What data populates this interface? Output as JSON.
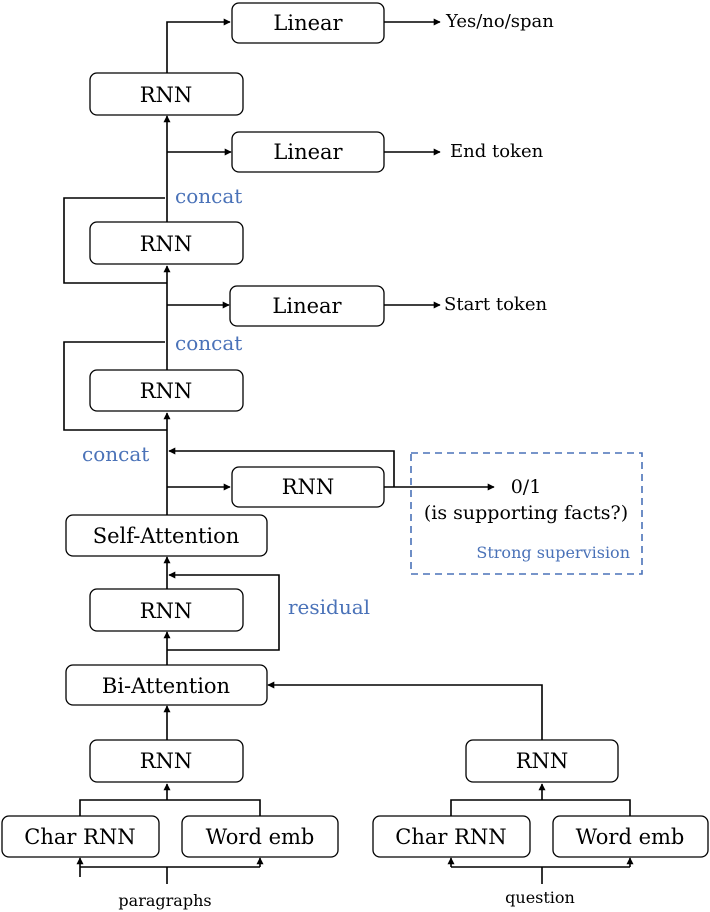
{
  "nodes": {
    "linear_top": "Linear",
    "rnn_top": "RNN",
    "linear_mid": "Linear",
    "rnn_3": "RNN",
    "linear_start": "Linear",
    "rnn_2": "RNN",
    "rnn_support": "RNN",
    "self_attention": "Self-Attention",
    "rnn_1": "RNN",
    "bi_attention": "Bi-Attention",
    "rnn_paragraph": "RNN",
    "char_rnn_p": "Char RNN",
    "word_emb_p": "Word emb",
    "rnn_question": "RNN",
    "char_rnn_q": "Char RNN",
    "word_emb_q": "Word emb"
  },
  "outputs": {
    "answer_type": "Yes/no/span",
    "end_token": "End token",
    "start_token": "Start token",
    "support": "0/1",
    "support_sub": "(is supporting facts?)"
  },
  "annotations": {
    "concat_upper": "concat",
    "concat_middle": "concat",
    "concat_lower": "concat",
    "residual": "residual",
    "strong_supervision": "Strong supervision"
  },
  "inputs": {
    "paragraphs": "paragraphs",
    "question": "question"
  },
  "colors": {
    "annotation_blue": "#4a72b8",
    "stroke": "#000000"
  }
}
